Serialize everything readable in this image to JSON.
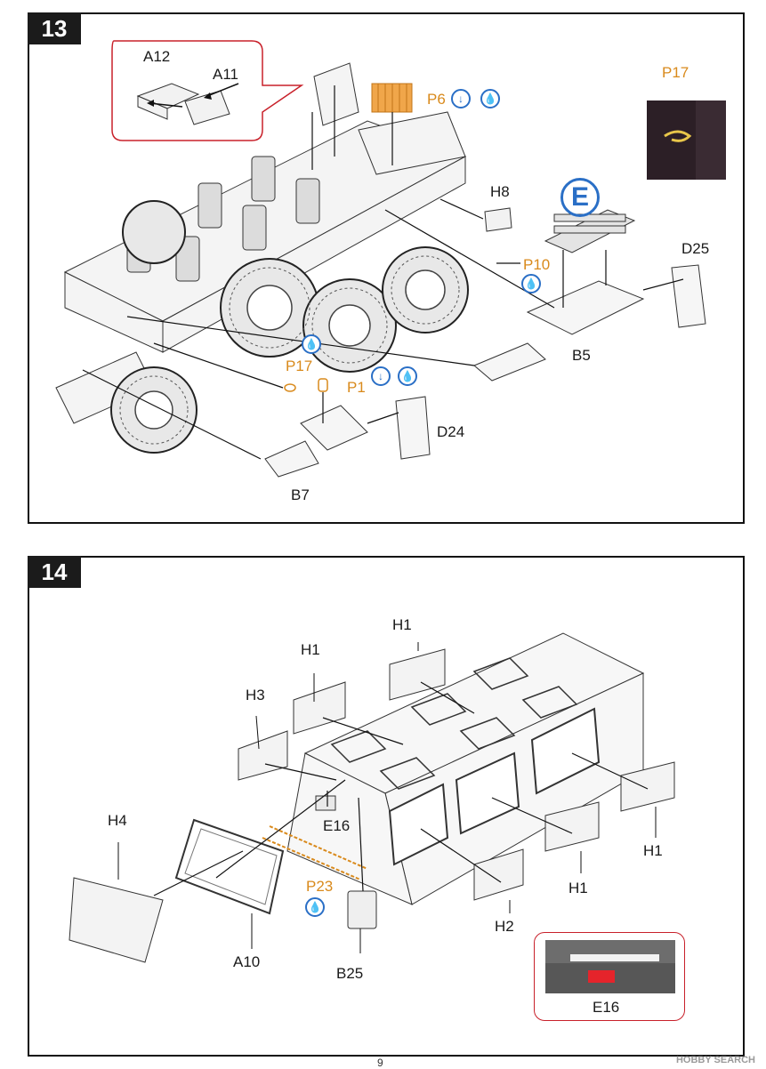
{
  "step13": {
    "number": "13",
    "labels": {
      "a12": "A12",
      "a11": "A11",
      "p6": "P6",
      "p17_top": "P17",
      "h8": "H8",
      "e": "E",
      "d25": "D25",
      "p10": "P10",
      "b5": "B5",
      "p17": "P17",
      "p1": "P1",
      "d24": "D24",
      "b7": "B7"
    }
  },
  "step14": {
    "number": "14",
    "labels": {
      "h1_top": "H1",
      "h1_left": "H1",
      "h3": "H3",
      "h4": "H4",
      "e16": "E16",
      "p23": "P23",
      "a10": "A10",
      "b25": "B25",
      "h2": "H2",
      "h1_mid": "H1",
      "h1_right": "H1",
      "e16_photo": "E16"
    }
  },
  "colors": {
    "orange": "#d98a1c",
    "blue": "#2a6fc6",
    "red": "#c8202a"
  },
  "icons": [
    "down-arrow-circle-icon",
    "paint-drop-icon"
  ],
  "watermark": "HOBBY SEARCH",
  "page_number": "9"
}
